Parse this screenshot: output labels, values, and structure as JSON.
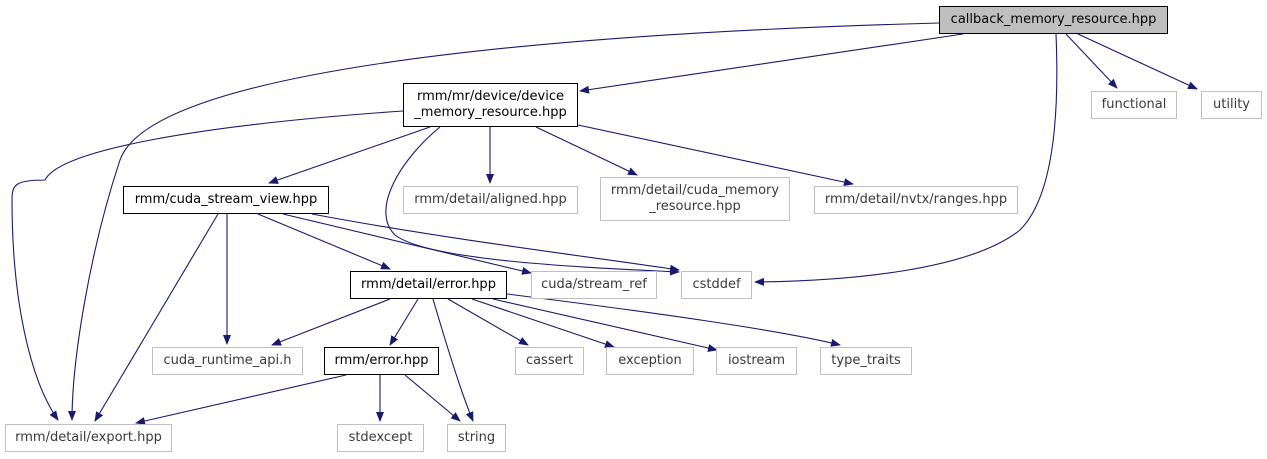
{
  "colors": {
    "edge": "#191970",
    "system_border": "#bfbfbf",
    "root_fill": "#bfbfbf"
  },
  "nodes": {
    "callback": {
      "lines": [
        "callback_memory_resource.hpp"
      ],
      "kind": "root"
    },
    "device_mr": {
      "lines": [
        "rmm/mr/device/device",
        "_memory_resource.hpp"
      ],
      "kind": "doc"
    },
    "functional": {
      "lines": [
        "functional"
      ],
      "kind": "sys"
    },
    "utility": {
      "lines": [
        "utility"
      ],
      "kind": "sys"
    },
    "stream_view": {
      "lines": [
        "rmm/cuda_stream_view.hpp"
      ],
      "kind": "doc"
    },
    "aligned": {
      "lines": [
        "rmm/detail/aligned.hpp"
      ],
      "kind": "sys"
    },
    "cuda_memory_resource": {
      "lines": [
        "rmm/detail/cuda_memory",
        "_resource.hpp"
      ],
      "kind": "sys"
    },
    "nvtx_ranges": {
      "lines": [
        "rmm/detail/nvtx/ranges.hpp"
      ],
      "kind": "sys"
    },
    "detail_error": {
      "lines": [
        "rmm/detail/error.hpp"
      ],
      "kind": "doc"
    },
    "stream_ref": {
      "lines": [
        "cuda/stream_ref"
      ],
      "kind": "sys"
    },
    "cstddef": {
      "lines": [
        "cstddef"
      ],
      "kind": "sys"
    },
    "cuda_runtime": {
      "lines": [
        "cuda_runtime_api.h"
      ],
      "kind": "sys"
    },
    "rmm_error": {
      "lines": [
        "rmm/error.hpp"
      ],
      "kind": "doc"
    },
    "cassert": {
      "lines": [
        "cassert"
      ],
      "kind": "sys"
    },
    "exception": {
      "lines": [
        "exception"
      ],
      "kind": "sys"
    },
    "iostream": {
      "lines": [
        "iostream"
      ],
      "kind": "sys"
    },
    "type_traits": {
      "lines": [
        "type_traits"
      ],
      "kind": "sys"
    },
    "export": {
      "lines": [
        "rmm/detail/export.hpp"
      ],
      "kind": "sys"
    },
    "stdexcept": {
      "lines": [
        "stdexcept"
      ],
      "kind": "sys"
    },
    "string": {
      "lines": [
        "string"
      ],
      "kind": "sys"
    }
  },
  "edges": [
    [
      "callback",
      "device_mr"
    ],
    [
      "callback",
      "export"
    ],
    [
      "callback",
      "cstddef"
    ],
    [
      "callback",
      "functional"
    ],
    [
      "callback",
      "utility"
    ],
    [
      "device_mr",
      "stream_view"
    ],
    [
      "device_mr",
      "aligned"
    ],
    [
      "device_mr",
      "cuda_memory_resource"
    ],
    [
      "device_mr",
      "nvtx_ranges"
    ],
    [
      "device_mr",
      "cstddef"
    ],
    [
      "device_mr",
      "export"
    ],
    [
      "stream_view",
      "detail_error"
    ],
    [
      "stream_view",
      "stream_ref"
    ],
    [
      "stream_view",
      "cstddef"
    ],
    [
      "stream_view",
      "cuda_runtime"
    ],
    [
      "stream_view",
      "export"
    ],
    [
      "detail_error",
      "cuda_runtime"
    ],
    [
      "detail_error",
      "rmm_error"
    ],
    [
      "detail_error",
      "string"
    ],
    [
      "detail_error",
      "cassert"
    ],
    [
      "detail_error",
      "exception"
    ],
    [
      "detail_error",
      "iostream"
    ],
    [
      "detail_error",
      "type_traits"
    ],
    [
      "rmm_error",
      "export"
    ],
    [
      "rmm_error",
      "stdexcept"
    ],
    [
      "rmm_error",
      "string"
    ]
  ]
}
